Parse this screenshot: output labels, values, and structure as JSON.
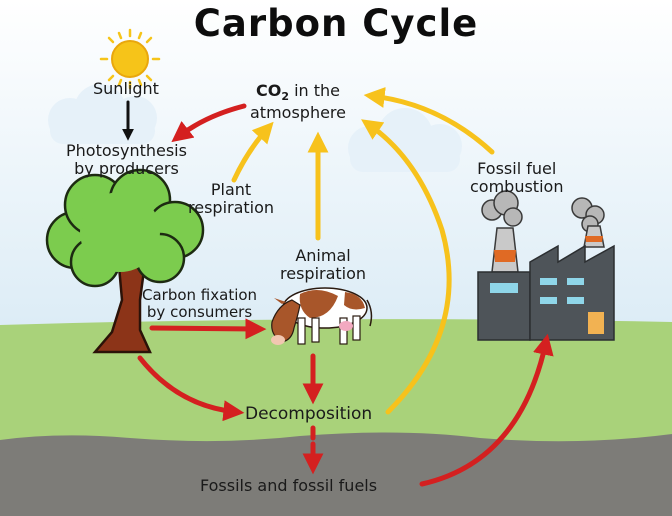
{
  "title": "Carbon Cycle",
  "labels": {
    "sunlight": "Sunlight",
    "co2_prefix": "CO",
    "co2_sub": "2",
    "co2_suffix": " in the",
    "co2_line2": "atmosphere",
    "photosynthesis_line1": "Photosynthesis",
    "photosynthesis_line2": "by producers",
    "plant_resp_line1": "Plant",
    "plant_resp_line2": "respiration",
    "animal_resp_line1": "Animal",
    "animal_resp_line2": "respiration",
    "carbon_fix_line1": "Carbon fixation",
    "carbon_fix_line2": "by consumers",
    "fossil_comb_line1": "Fossil fuel",
    "fossil_comb_line2": "combustion",
    "decomposition": "Decomposition",
    "fossils": "Fossils and fossil fuels"
  },
  "colors": {
    "sky_top": "#ffffff",
    "sky_bottom": "#dcecf6",
    "grass": "#a9d27a",
    "ground": "#7d7c78",
    "arrow_red": "#d42020",
    "arrow_yellow": "#f7c21c",
    "sun": "#f6c419",
    "tree_foliage": "#7ccc4e",
    "tree_trunk": "#8c3418",
    "factory": "#4e5459"
  },
  "icons": [
    "sun-icon",
    "cloud-icon",
    "tree-icon",
    "cow-icon",
    "factory-icon",
    "smoke-icon"
  ]
}
